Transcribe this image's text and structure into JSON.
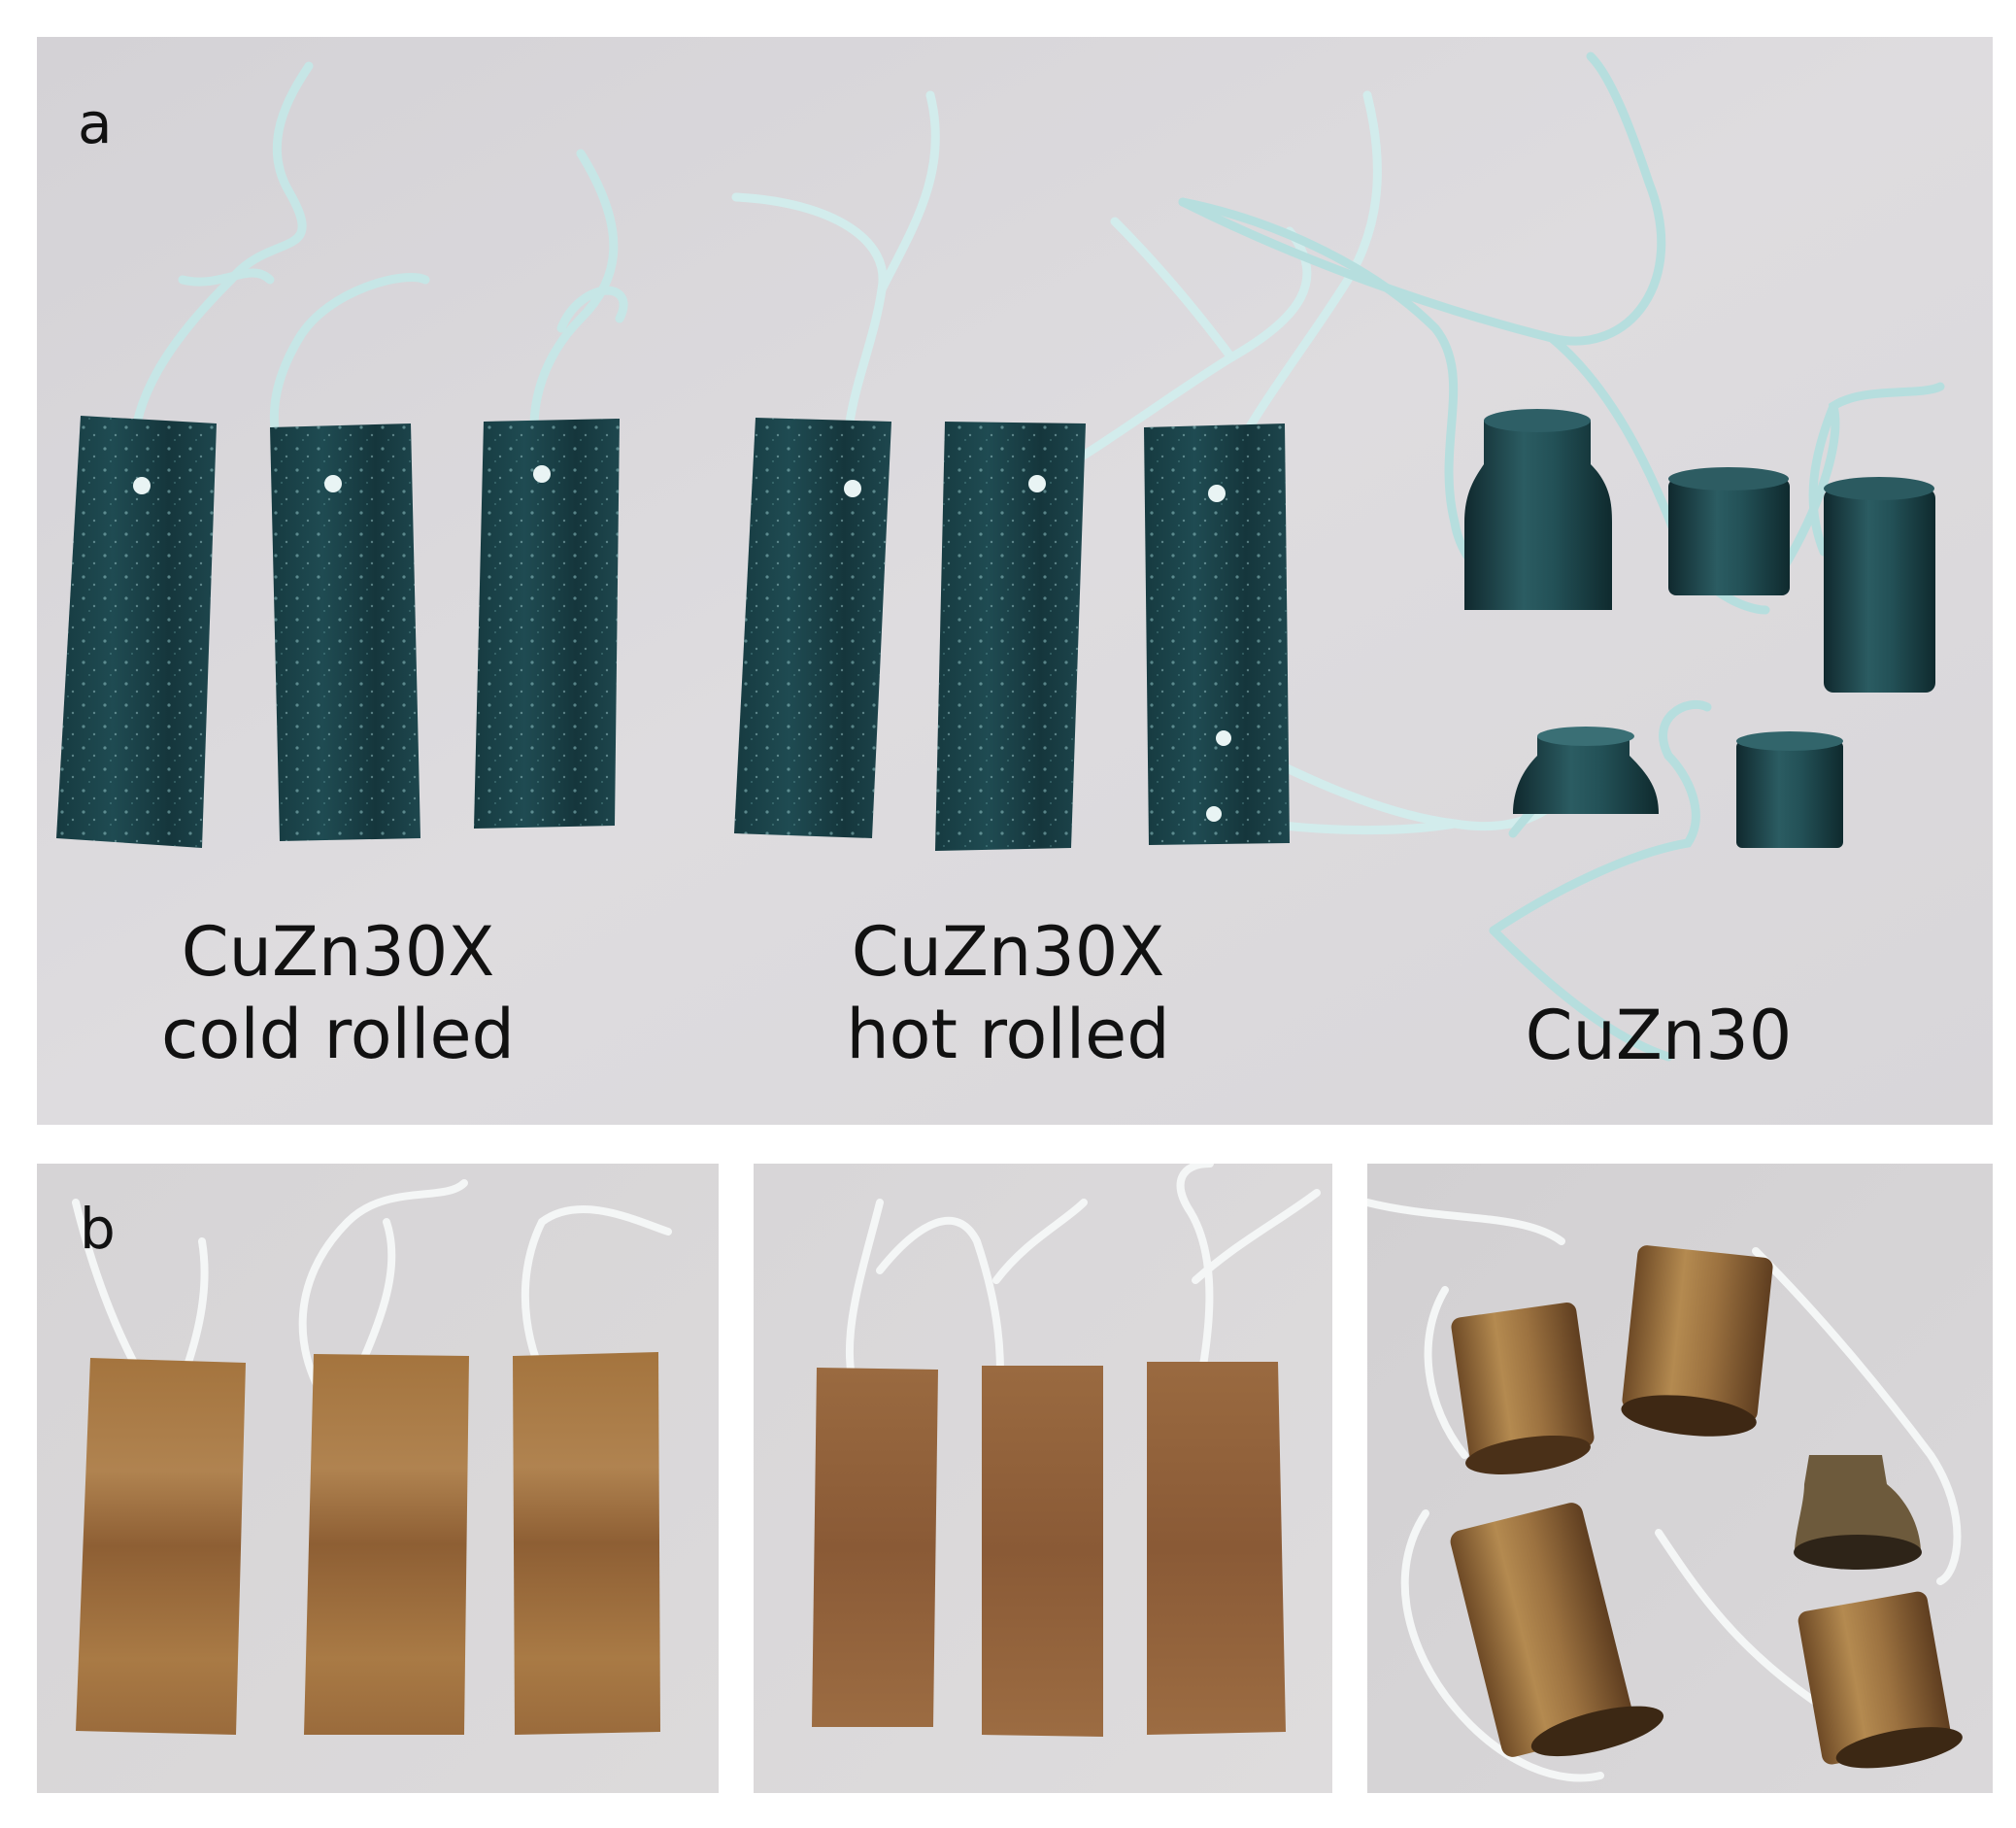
{
  "panel_a": {
    "label": "a",
    "groups": [
      {
        "line1": "CuZn30X",
        "line2": "cold rolled"
      },
      {
        "line1": "CuZn30X",
        "line2": "hot rolled"
      },
      {
        "line1": "CuZn30",
        "line2": ""
      }
    ]
  },
  "panel_b": {
    "label": "b"
  },
  "colors": {
    "background_paper": "#dcdadc",
    "corroded_patina": "#183e44",
    "patina_highlight": "#3d7a80",
    "brass_clean": "#9c6a3a",
    "brass_light": "#b88a52",
    "string_white": "#f2f4f4",
    "string_cyan": "#bfe3e3"
  }
}
